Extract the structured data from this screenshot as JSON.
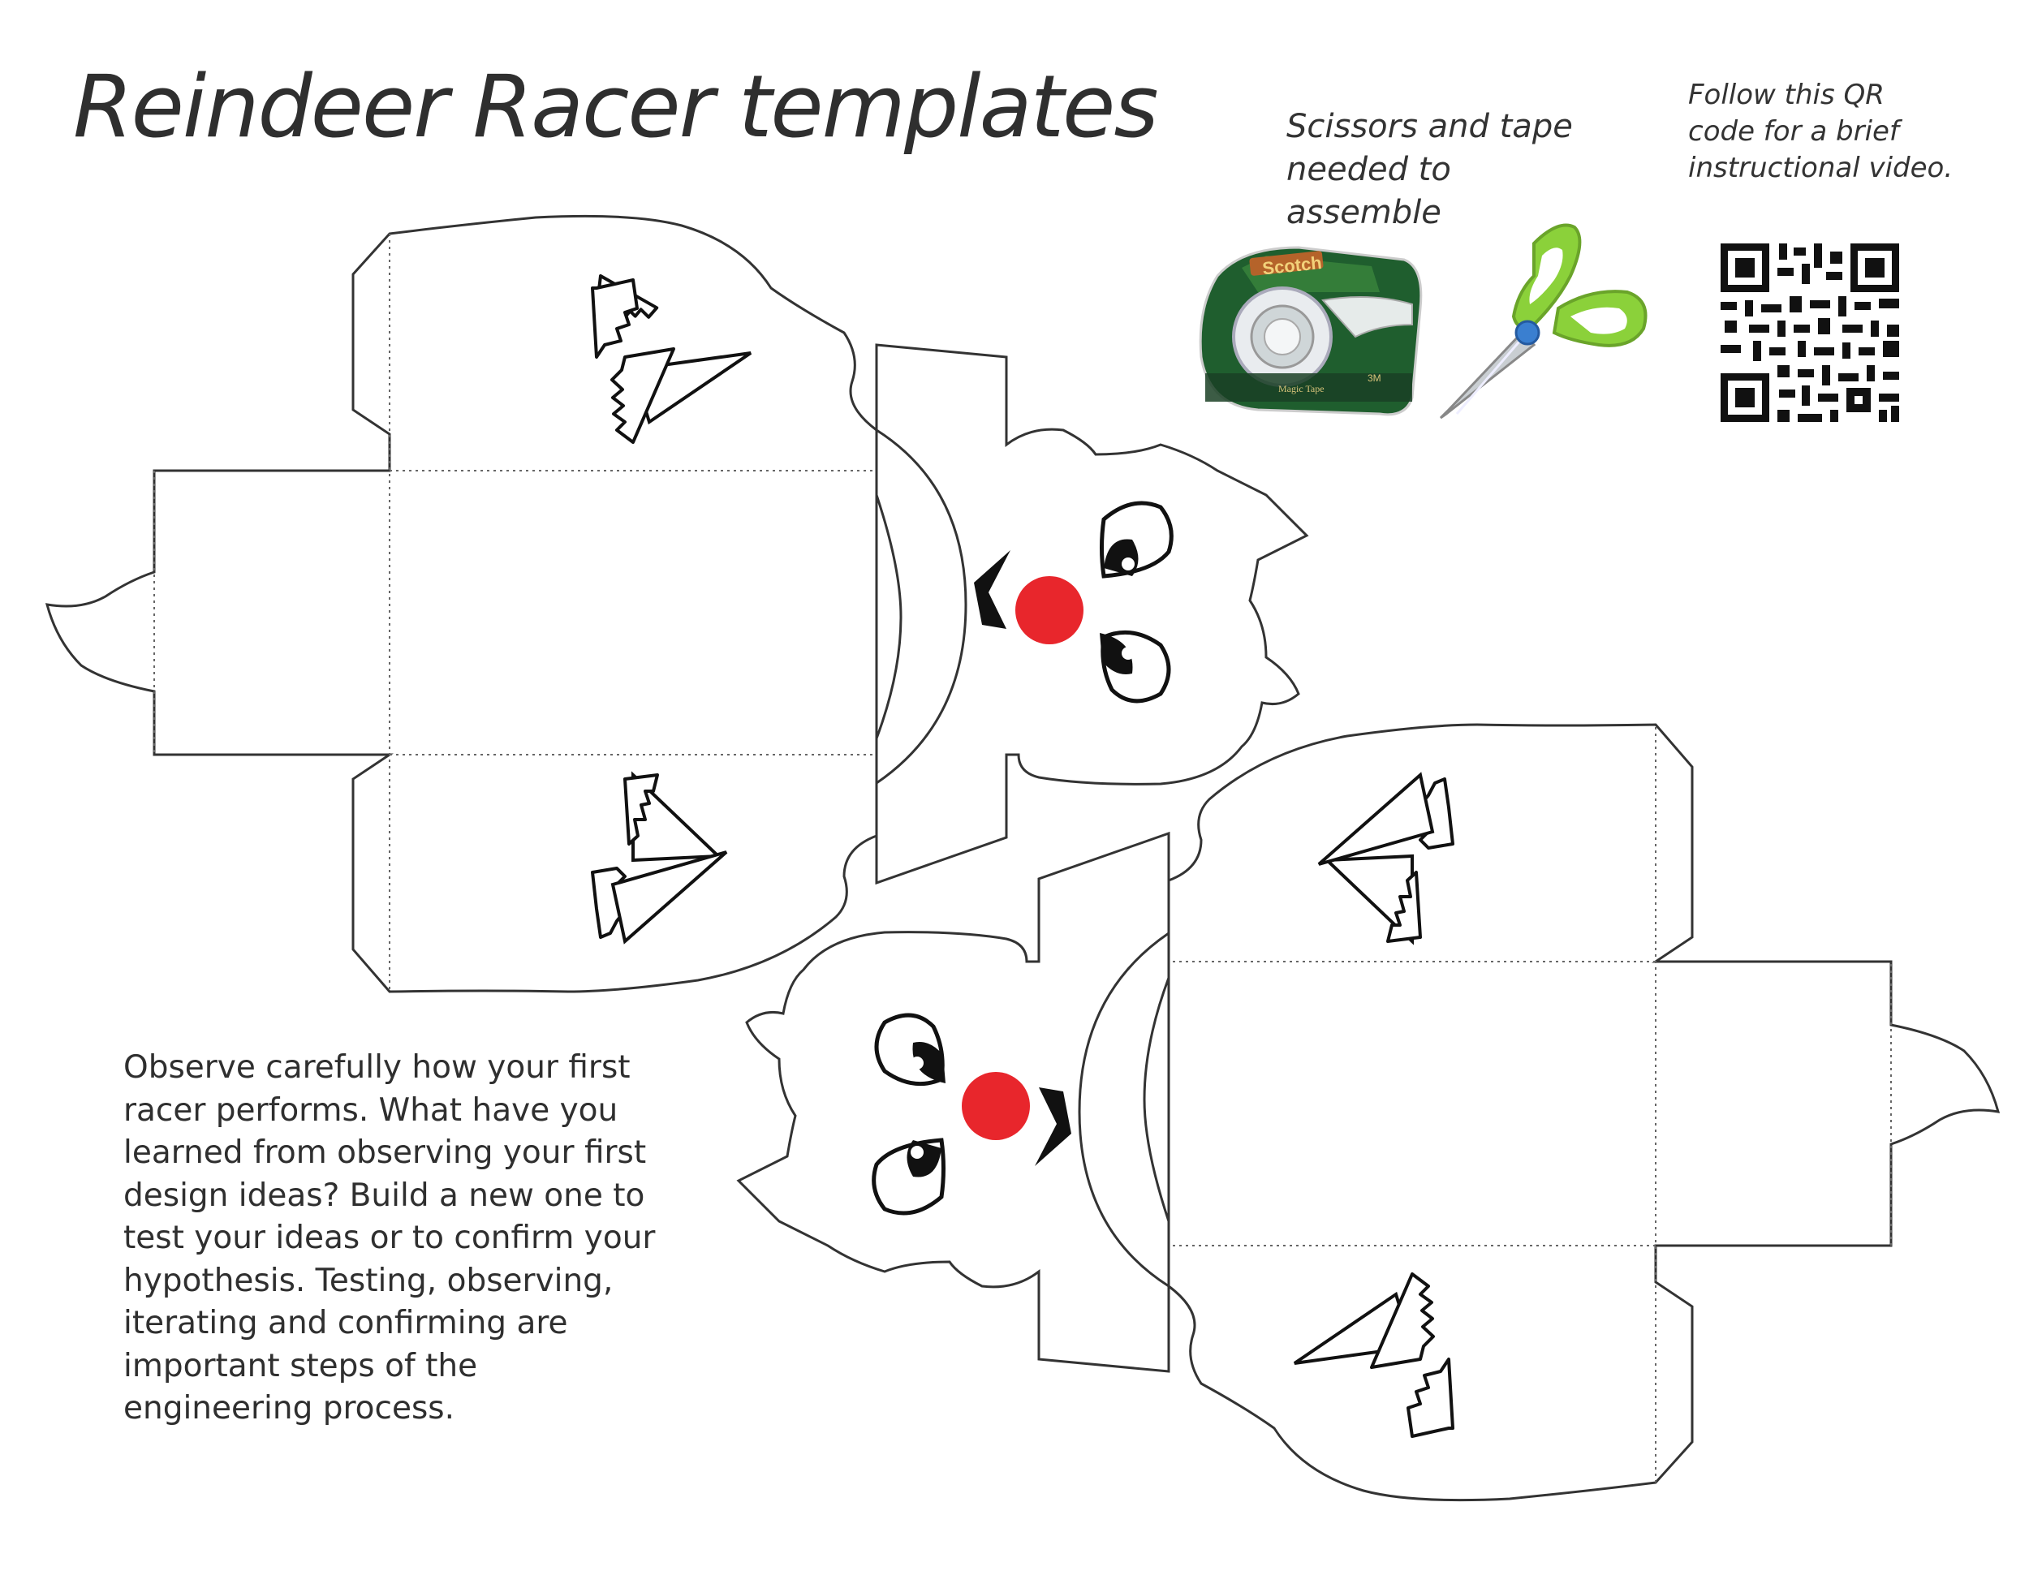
{
  "header": {
    "title": "Reindeer Racer templates"
  },
  "supplies": {
    "note": "Scissors and tape needed to assemble",
    "items": [
      {
        "name": "tape",
        "icon": "tape-dispenser-icon",
        "brand_label": "Scotch",
        "sub_label": "Magic Tape",
        "maker_label": "3M"
      },
      {
        "name": "scissors",
        "icon": "scissors-icon"
      }
    ]
  },
  "video": {
    "note": "Follow this QR code for a brief instructional video.",
    "icon": "qr-code-icon"
  },
  "instructions": {
    "text": "Observe carefully how your first racer performs.  What have you learned from observing your first design ideas?  Build a new one to test your ideas or to confirm your hypothesis.  Testing, observing, iterating and confirming are important steps of the engineering process."
  },
  "templates": [
    {
      "name": "reindeer-template-1",
      "orientation": "facing-right"
    },
    {
      "name": "reindeer-template-2",
      "orientation": "facing-left"
    }
  ],
  "colors": {
    "nose": "#e8262c",
    "outline": "#333333",
    "tape_green": "#1f5e2e",
    "scissors_handle": "#8bd13a",
    "scissors_pivot": "#3a7fd0"
  }
}
